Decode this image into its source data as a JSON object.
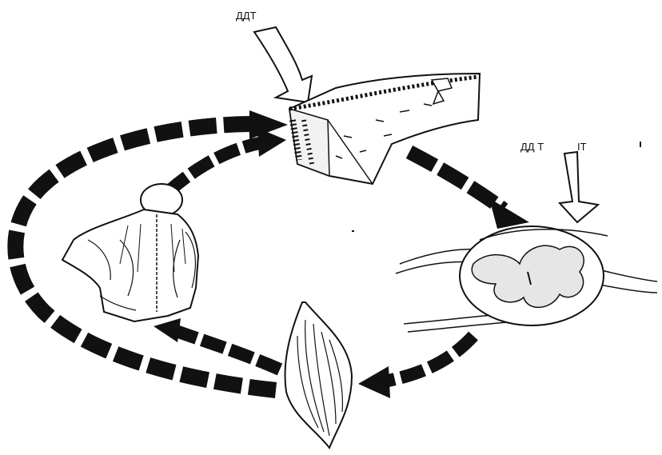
{
  "labels": {
    "top_arrow_label": "ДДТ",
    "right_arrow_label": "ДД Т",
    "right_arrow_label_fragment": "ІТ"
  },
  "parts": {
    "cortex": "cerebral-cortex-block",
    "spinal_cord": "spinal-cord-cross-section",
    "muscle": "muscle",
    "back": "human-back-with-muscles"
  },
  "colors": {
    "ink": "#111111",
    "paper": "#ffffff"
  }
}
